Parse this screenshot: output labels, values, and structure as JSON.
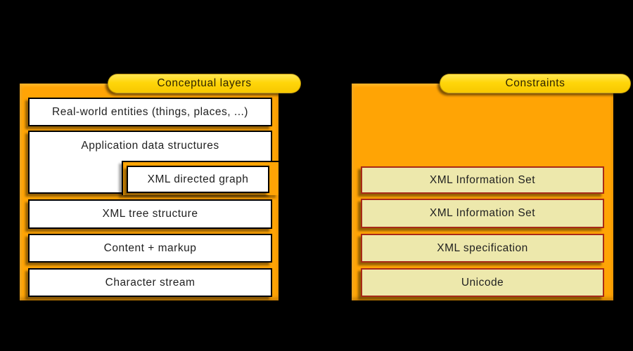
{
  "colors": {
    "background": "#000000",
    "panel": "#FFA405",
    "pill": "#FFD60A",
    "pill-text": "#2E2300",
    "text": "#1F1F1F",
    "box-left-bg": "#FFFFFF",
    "box-left-border": "#000000",
    "box-right-bg": "#EDE8AC",
    "box-right-border": "#A82A18"
  },
  "left_panel": {
    "label": "Conceptual layers",
    "boxes": [
      {
        "label": "Real-world entities (things, places, ...)"
      },
      {
        "label": "Application data structures"
      },
      {
        "label": "XML directed graph"
      },
      {
        "label": "XML tree structure"
      },
      {
        "label": "Content + markup"
      },
      {
        "label": "Character stream"
      }
    ]
  },
  "right_panel": {
    "label": "Constraints",
    "boxes": [
      {
        "label": "XML Information Set"
      },
      {
        "label": "XML Information Set"
      },
      {
        "label": "XML specification"
      },
      {
        "label": "Unicode"
      }
    ]
  }
}
